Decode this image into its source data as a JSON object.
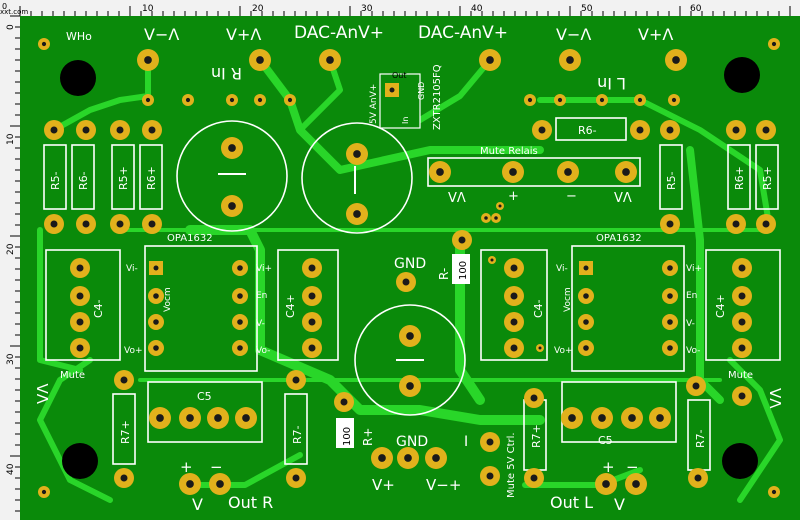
{
  "colors": {
    "board": "#0a8a0a",
    "copper": "#29d629",
    "pad_ring": "#e1b11c",
    "hole": "#1a1a1a",
    "silk": "#ffffff",
    "ruler": "#f2f2f2",
    "ruler_text": "#000000",
    "mount_hole": "#000000"
  },
  "ruler": {
    "corner": "0",
    "site": "xxt.com",
    "h_ticks": [
      "10",
      "20",
      "30",
      "40",
      "50",
      "60"
    ],
    "v_ticks": [
      "0",
      "10",
      "20",
      "30",
      "40"
    ]
  },
  "labels": {
    "author": "WHo",
    "vminus_tl": "V−Λ",
    "vplus_tl": "V+Λ",
    "dac1": "DAC-AnV+",
    "dac2": "DAC-AnV+",
    "vminus_tr": "V−Λ",
    "vplus_tr": "V+Λ",
    "r_in": "R In",
    "l_in": "L In",
    "reg_5v": "5V AnV+",
    "reg_out": "Out",
    "reg_in": "In",
    "reg_gnd": "GND",
    "reg_part": "ZXTR2105FQ",
    "r6_right": "R6-",
    "mute_relais": "Mute Relais",
    "relay_v1": "VΛ",
    "relay_plus": "+",
    "relay_minus": "−",
    "relay_v2": "VΛ",
    "r5m_l": "R5-",
    "r6m_l": "R6-",
    "r5p_l": "R5+",
    "r6p_l": "R6+",
    "r5m_r": "R5-",
    "r6p_r": "R6+",
    "r5p_r": "R5+",
    "opa_l": "OPA1632",
    "opa_r": "OPA1632",
    "vi_minus": "Vi-",
    "vi_plus": "Vi+",
    "vo_plus": "Vo+",
    "vo_minus": "Vo-",
    "en": "En",
    "vminus": "V-",
    "vocm": "Vocm",
    "c4m": "C4-",
    "c4p": "C4+",
    "gnd_mid": "GND",
    "r_minus_vertical": "R-",
    "r100": "100",
    "mute_l": "Mute",
    "mute_r": "Mute",
    "c5": "C5",
    "r7p": "R7+",
    "r7m": "R7-",
    "gnd_bottom": "GND",
    "r_plus": "R+",
    "plus": "+",
    "minus": "−",
    "v": "V",
    "out_r": "Out R",
    "out_l": "Out L",
    "v_plus_bottom": "V+",
    "v_minus_bottom": "V−+",
    "mute_5v_ctrl": "Mute 5V Ctrl.",
    "one": "I",
    "vv": "VΛ"
  }
}
